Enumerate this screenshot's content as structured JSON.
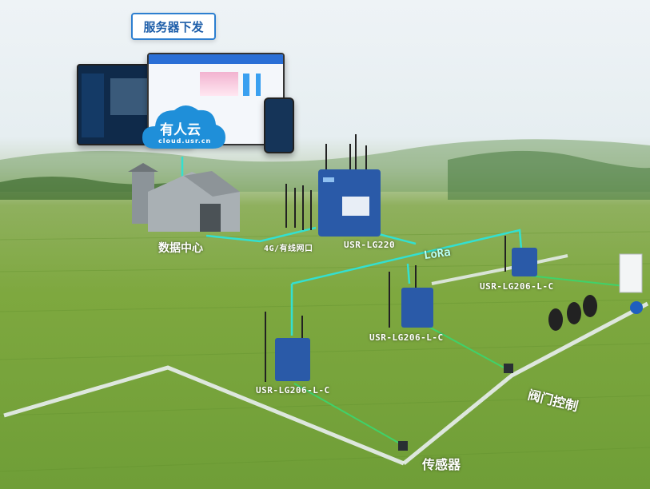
{
  "badge": {
    "text": "服务器下发"
  },
  "cloud": {
    "name": "有人云",
    "domain": "cloud.usr.cn"
  },
  "labels": {
    "datacenter": "数据中心",
    "network": "4G/有线网口",
    "gateway": "USR-LG220",
    "lora": "LoRa",
    "node1": "USR-LG206-L-C",
    "node2": "USR-LG206-L-C",
    "node3": "USR-LG206-L-C",
    "valve": "阀门控制",
    "sensor": "传感器"
  },
  "colors": {
    "badge_border": "#2d7fd0",
    "cloud": "#1f8fd9",
    "link_cyan": "#33e0d0",
    "link_green": "#3fd26a",
    "device_blue": "#2a5aa8"
  }
}
